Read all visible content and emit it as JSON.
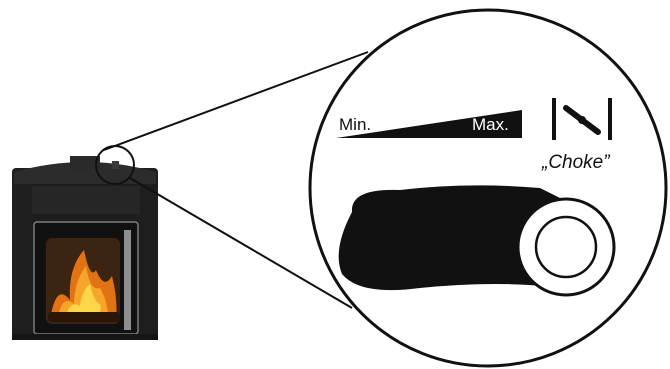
{
  "labels": {
    "min": "Min.",
    "max": "Max.",
    "choke": "„Choke”"
  },
  "colors": {
    "ink": "#111111",
    "stove_body": "#1f1f1f",
    "stove_top": "#2a2a2a",
    "door_frame": "#8a8a8a",
    "flame_orange": "#f08a1c",
    "flame_yellow": "#ffd23a"
  },
  "icons": [
    "stove",
    "magnifier-circle",
    "air-slider-gradient",
    "choke-damper-icon",
    "control-lever-knob"
  ]
}
